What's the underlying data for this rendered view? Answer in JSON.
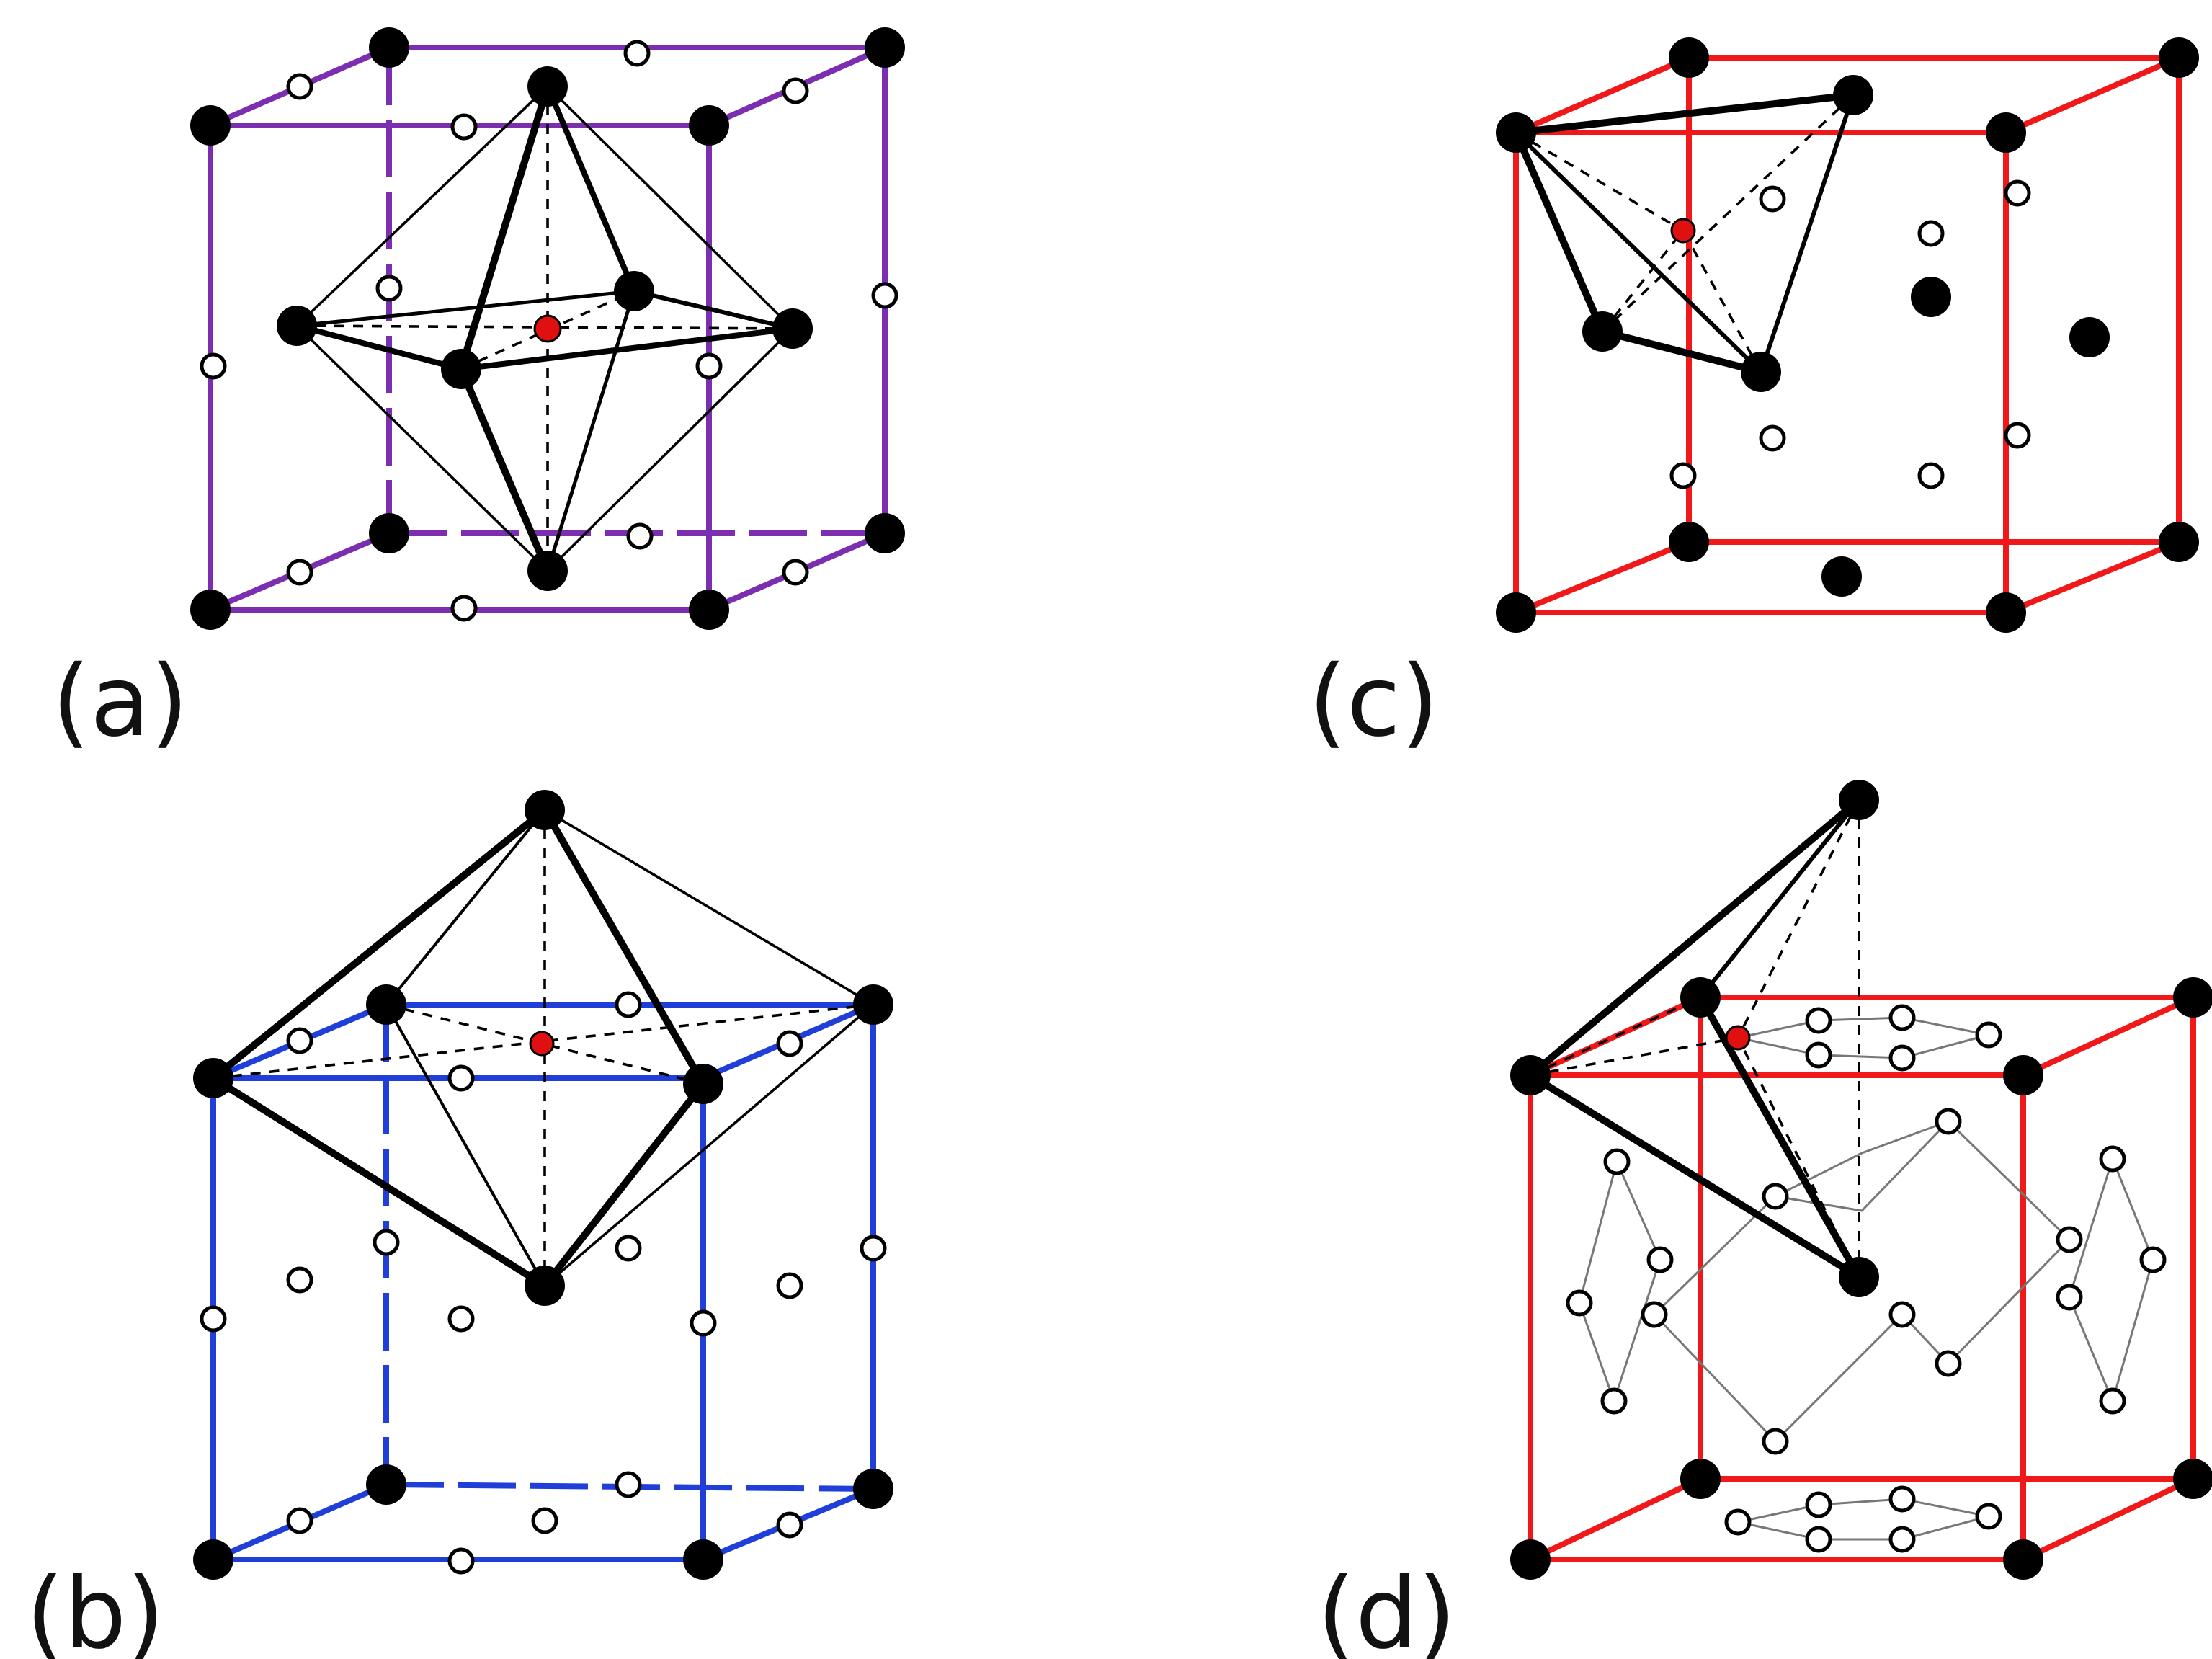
{
  "panels": [
    {
      "id": "a",
      "label": "(a)",
      "frame_color": "#7B2FB0",
      "site": "octahedral"
    },
    {
      "id": "b",
      "label": "(b)",
      "frame_color": "#1F3FD8",
      "site": "octahedral"
    },
    {
      "id": "c",
      "label": "(c)",
      "frame_color": "#F01818",
      "site": "tetrahedral"
    },
    {
      "id": "d",
      "label": "(d)",
      "frame_color": "#F01818",
      "site": "tetrahedral"
    }
  ],
  "legend_colors": {
    "host_atom": "#000000",
    "interstitial_site": "#ffffff",
    "highlighted_site": "#e01010"
  }
}
